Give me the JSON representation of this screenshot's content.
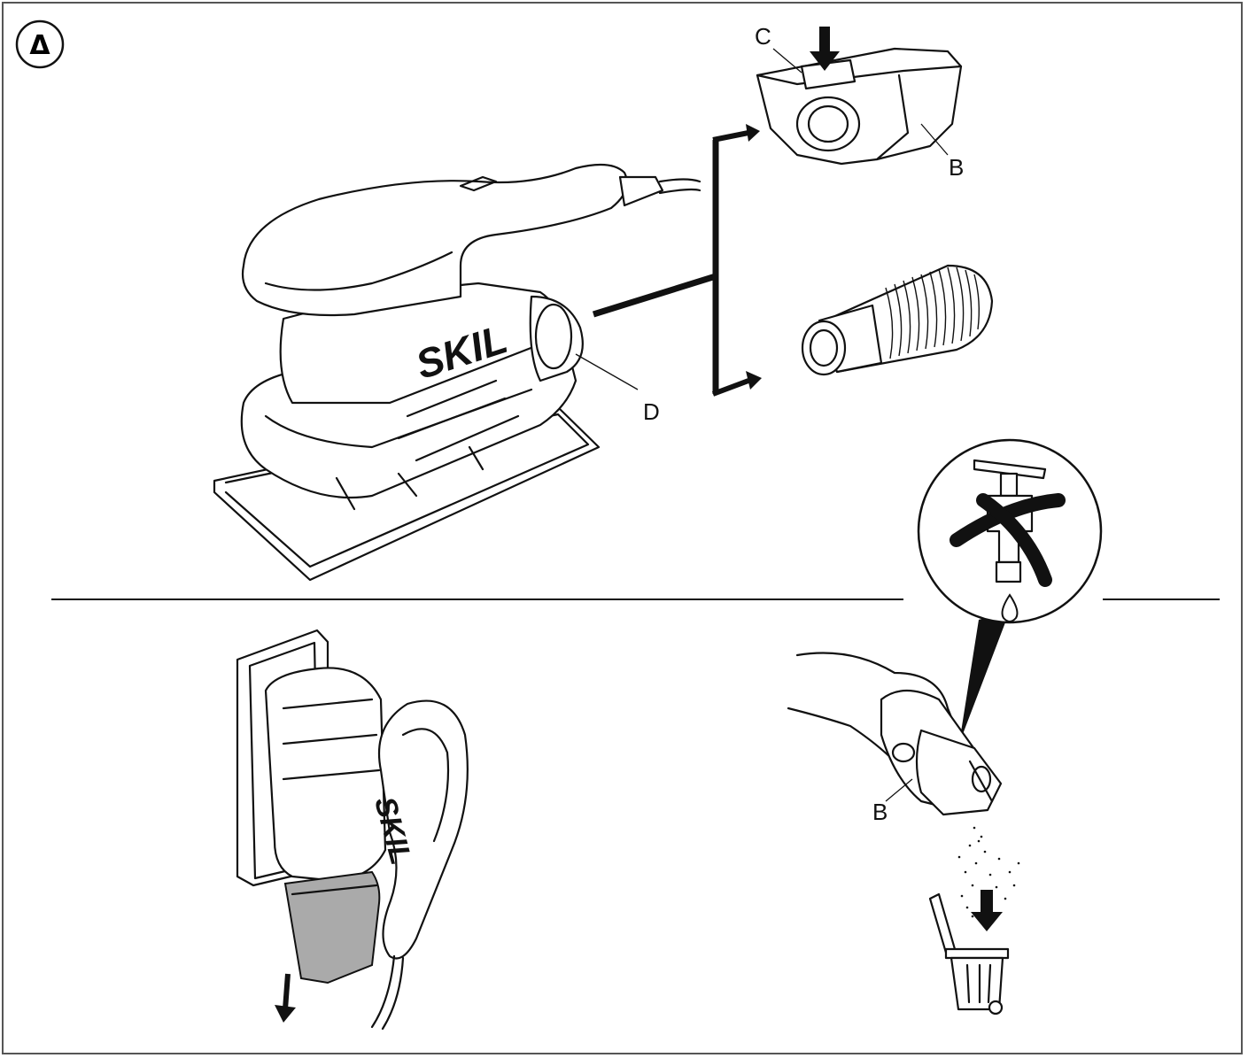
{
  "figure": {
    "number": "Δ",
    "labels": {
      "C": "C",
      "B_top": "B",
      "D": "D",
      "B_bottom": "B"
    },
    "brand_top": "SKIL",
    "brand_bottom": "SKIL"
  },
  "colors": {
    "line": "#111111",
    "frame": "#555555",
    "shade": "#aaaaaa",
    "background": "#ffffff"
  },
  "icons": [
    "down-arrow-icon",
    "tap-crossed-icon",
    "water-drop-icon",
    "waste-bin-icon"
  ]
}
